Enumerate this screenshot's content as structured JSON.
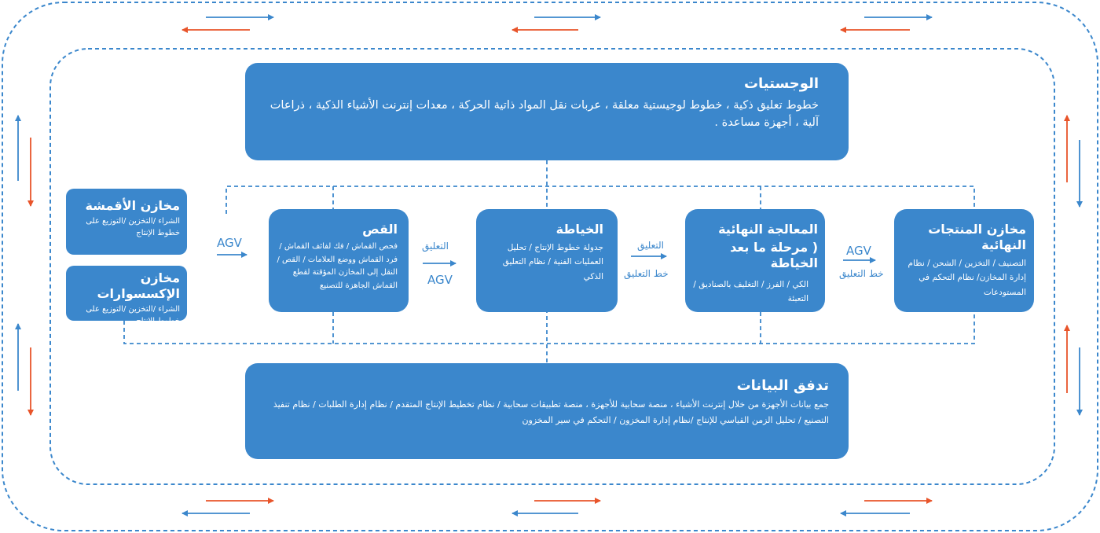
{
  "logistics": {
    "title": "الوجستيات",
    "body": "خطوط تعليق ذكية ، خطوط لوجيستية معلقة ، عربات نقل المواد ذاتية الحركة ، معدات إنترنت الأشياء الذكية ، ذراعات آلية ، أجهزة مساعدة ."
  },
  "fabric_warehouse": {
    "title": "مخازن الأقمشة",
    "body": "الشراء /التخزين /التوزيع على خطوط الإنتاج"
  },
  "accessories_warehouse": {
    "title": "مخازن الإكسسوارات",
    "body": "الشراء /التخزين /التوزيع على خطوط الإنتاج"
  },
  "cutting": {
    "title": "القص",
    "body": "فحص القماش / فك لفائف القماش / فرد القماش ووضع العلامات / القص / النقل إلى المخازن المؤقتة لقطع القماش الجاهزة للتصنيع"
  },
  "sewing": {
    "title": "الخياطة",
    "body": "جدولة خطوط الإنتاج / تحليل العمليات الفنية / نظام التعليق الذكي"
  },
  "finishing": {
    "title": "المعالجة النهائية",
    "subtitle": "( مرحلة ما بعد الخياطة",
    "body": "الكي / الفرز / التغليف بالصناديق / التعبئة"
  },
  "finished_warehouse": {
    "title": "مخازن المنتجات النهائية",
    "body": "التصنيف / التخزين / الشحن / نظام إدارة المخازن/ نظام التحكم في المستودعات"
  },
  "dataflow": {
    "title": "تدفق البيانات",
    "body": "جمع بيانات الأجهزة من خلال إنترنت الأشياء ، منصة سحابية للأجهزة ، منصة تطبيقات سحابية / نظام تخطيط الإنتاج المتقدم / نظام إدارة الطلبات / نظام تنفيذ التصنيع / تحليل الزمن القياسي للإنتاج /نظام إدارة المخزون / التحكم في سير المخزون"
  },
  "connectors": {
    "agv": "AGV",
    "hanging": "التعليق",
    "hanging_line": "خط التعليق"
  },
  "colors": {
    "box": "#3b87cc",
    "blue_arrow": "#3b87cc",
    "orange_arrow": "#e8542a"
  }
}
